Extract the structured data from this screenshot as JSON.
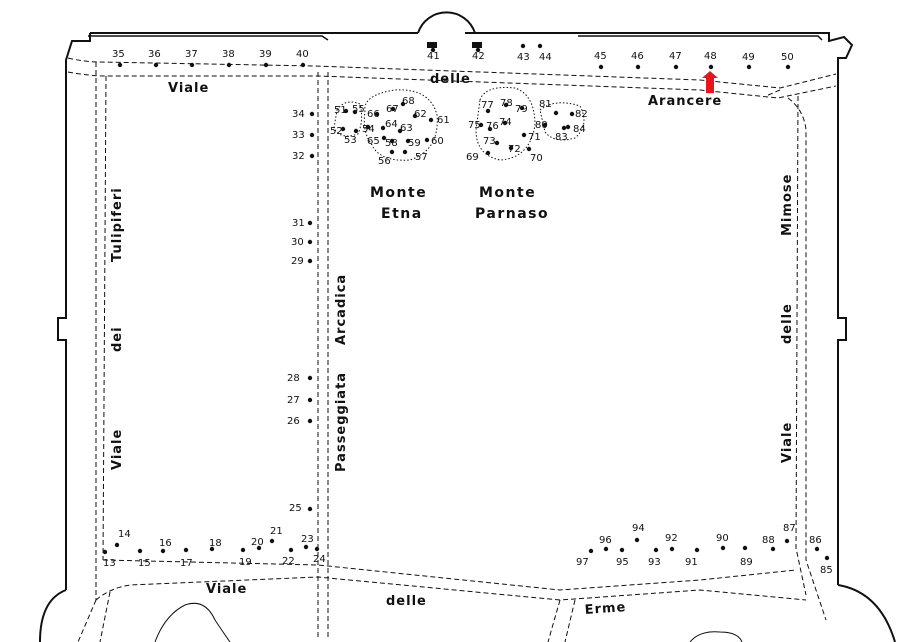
{
  "roads": {
    "viale_delle_arancere": {
      "w1": "Viale",
      "w2": "delle",
      "w3": "Arancere"
    },
    "viale_dei_tulipiferi": {
      "w1": "Viale",
      "w2": "dei",
      "w3": "Tulipiferi"
    },
    "passeggiata_arcadica": {
      "w1": "Passeggiata",
      "w2": "Arcadica"
    },
    "viale_delle_mimose": {
      "w1": "Viale",
      "w2": "delle",
      "w3": "Mimose"
    },
    "viale_delle_erme": {
      "w1": "Viale",
      "w2": "delle",
      "w3": "Erme"
    }
  },
  "mountains": {
    "etna": {
      "line1": "Monte",
      "line2": "Etna"
    },
    "parnaso": {
      "line1": "Monte",
      "line2": "Parnaso"
    }
  },
  "highlight": {
    "label": "48",
    "color": "#e8161b"
  },
  "points": [
    "13",
    "14",
    "15",
    "16",
    "17",
    "18",
    "19",
    "20",
    "21",
    "22",
    "23",
    "24",
    "25",
    "26",
    "27",
    "28",
    "29",
    "30",
    "31",
    "32",
    "33",
    "34",
    "35",
    "36",
    "37",
    "38",
    "39",
    "40",
    "41",
    "42",
    "43",
    "44",
    "45",
    "46",
    "47",
    "48",
    "49",
    "50",
    "51",
    "52",
    "53",
    "54",
    "55",
    "56",
    "57",
    "58",
    "59",
    "60",
    "61",
    "62",
    "63",
    "64",
    "65",
    "66",
    "67",
    "68",
    "69",
    "70",
    "71",
    "72",
    "73",
    "74",
    "75",
    "76",
    "77",
    "78",
    "79",
    "80",
    "81",
    "82",
    "83",
    "84",
    "85",
    "86",
    "87",
    "88",
    "89",
    "90",
    "91",
    "92",
    "93",
    "94",
    "95",
    "96",
    "97"
  ]
}
